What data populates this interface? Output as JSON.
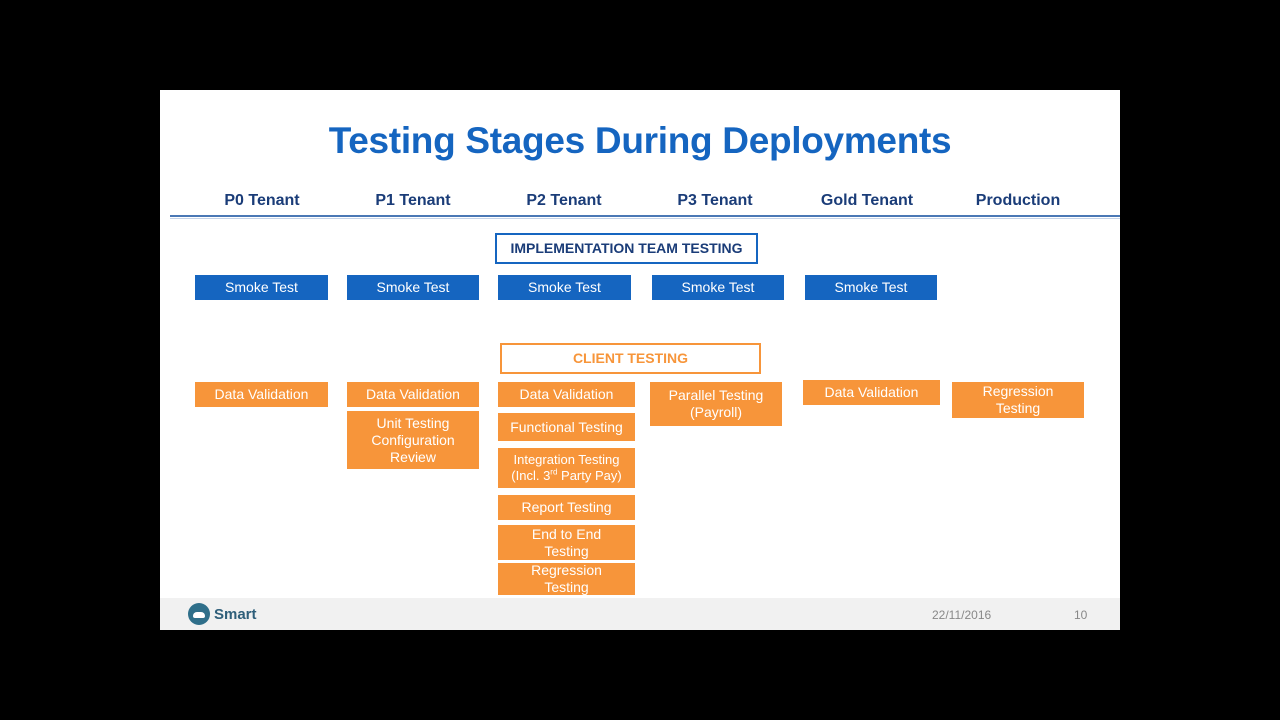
{
  "title": "Testing Stages During Deployments",
  "columns": [
    "P0 Tenant",
    "P1 Tenant",
    "P2 Tenant",
    "P3 Tenant",
    "Gold Tenant",
    "Production"
  ],
  "bands": {
    "implementation": "IMPLEMENTATION TEAM TESTING",
    "client": "CLIENT TESTING"
  },
  "smoke_test_label": "Smoke Test",
  "client_boxes": {
    "p0": [
      "Data Validation"
    ],
    "p1": [
      "Data Validation",
      "Unit Testing Configuration Review"
    ],
    "p2": [
      "Data Validation",
      "Functional Testing",
      "Integration Testing (Incl. 3rd Party Pay)",
      "Report Testing",
      "End to End Testing",
      "Regression Testing"
    ],
    "p3": [
      "Parallel Testing (Payroll)"
    ],
    "gold": [
      "Data Validation"
    ],
    "production": [
      "Regression Testing"
    ]
  },
  "integration_parts": {
    "line1": "Integration Testing",
    "pre": "(Incl. 3",
    "sup": "rd",
    "post": " Party Pay)"
  },
  "footer": {
    "logo": "Smart",
    "date": "22/11/2016",
    "page": "10"
  },
  "colors": {
    "blue": "#1565c0",
    "orange": "#f7953a",
    "header_text": "#1a3c78"
  }
}
